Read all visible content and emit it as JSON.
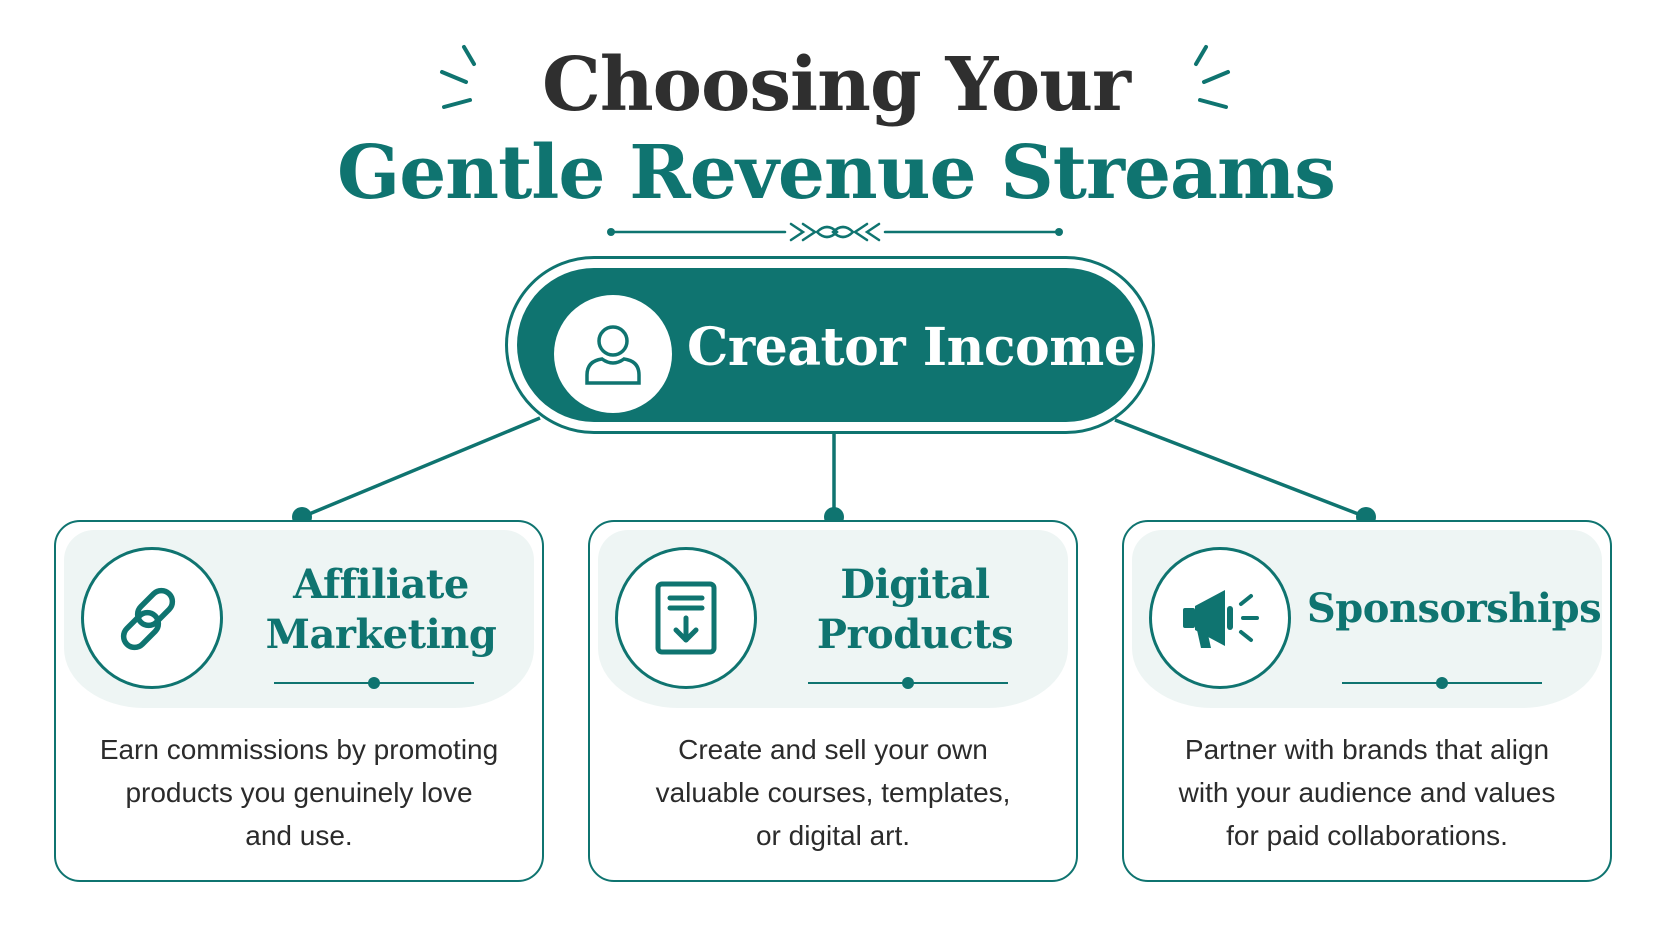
{
  "colors": {
    "accent": "#0f7470",
    "accent_light": "#eef5f4",
    "title_dark": "#2f2f2f",
    "text": "#2b2b2b"
  },
  "title": {
    "line1": "Choosing Your",
    "line2": "Gentle Revenue Streams"
  },
  "center_node": {
    "label": "Creator Income",
    "icon": "person-icon"
  },
  "cards": [
    {
      "title_line1": "Affiliate",
      "title_line2": "Marketing",
      "icon": "link-icon",
      "description_lines": [
        "Earn commissions by promoting",
        "products you genuinely love",
        "and use."
      ]
    },
    {
      "title_line1": "Digital",
      "title_line2": "Products",
      "icon": "document-download-icon",
      "description_lines": [
        "Create and sell your own",
        "valuable courses, templates,",
        "or digital art."
      ]
    },
    {
      "title_line1": "Sponsorships",
      "title_line2": "",
      "icon": "megaphone-icon",
      "description_lines": [
        "Partner with brands that align",
        "with your audience and values",
        "for paid collaborations."
      ]
    }
  ]
}
